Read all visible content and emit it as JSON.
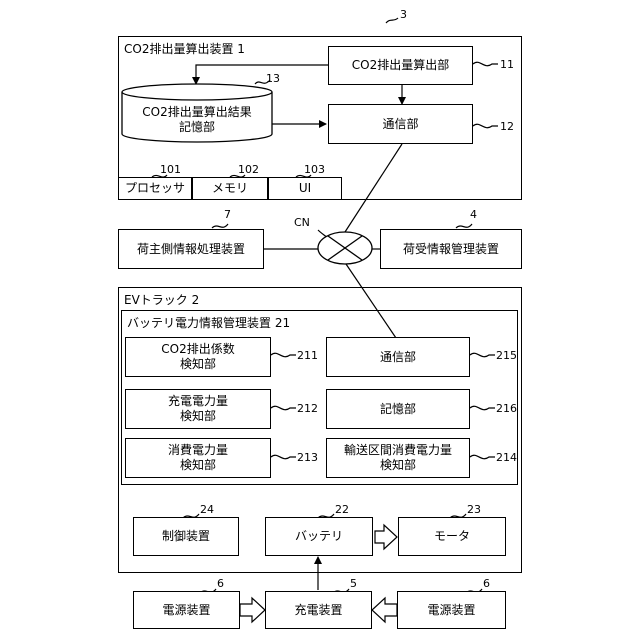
{
  "fig_ref": "3",
  "device1": {
    "title": "CO2排出量算出装置 1",
    "calc_unit": "CO2排出量算出部",
    "calc_ref": "11",
    "storage": "CO2排出量算出結果\n記憶部",
    "storage_ref": "13",
    "comm": "通信部",
    "comm_ref": "12",
    "processor": "プロセッサ",
    "processor_ref": "101",
    "memory": "メモリ",
    "memory_ref": "102",
    "ui": "UI",
    "ui_ref": "103"
  },
  "network": {
    "label": "CN",
    "shipper": "荷主側情報処理装置",
    "shipper_ref": "7",
    "receiver": "荷受情報管理装置",
    "receiver_ref": "4"
  },
  "truck": {
    "title": "EVトラック 2",
    "battery_mgmt": "バッテリ電力情報管理装置 21",
    "co2_coef": "CO2排出係数\n検知部",
    "co2_coef_ref": "211",
    "charge": "充電電力量\n検知部",
    "charge_ref": "212",
    "consume": "消費電力量\n検知部",
    "consume_ref": "213",
    "comm": "通信部",
    "comm_ref": "215",
    "memory": "記憶部",
    "memory_ref": "216",
    "route": "輸送区間消費電力量\n検知部",
    "route_ref": "214",
    "control": "制御装置",
    "control_ref": "24",
    "battery": "バッテリ",
    "battery_ref": "22",
    "motor": "モータ",
    "motor_ref": "23"
  },
  "charging": {
    "power_left": "電源装置",
    "power_left_ref": "6",
    "charger": "充電装置",
    "charger_ref": "5",
    "power_right": "電源装置",
    "power_right_ref": "6"
  }
}
